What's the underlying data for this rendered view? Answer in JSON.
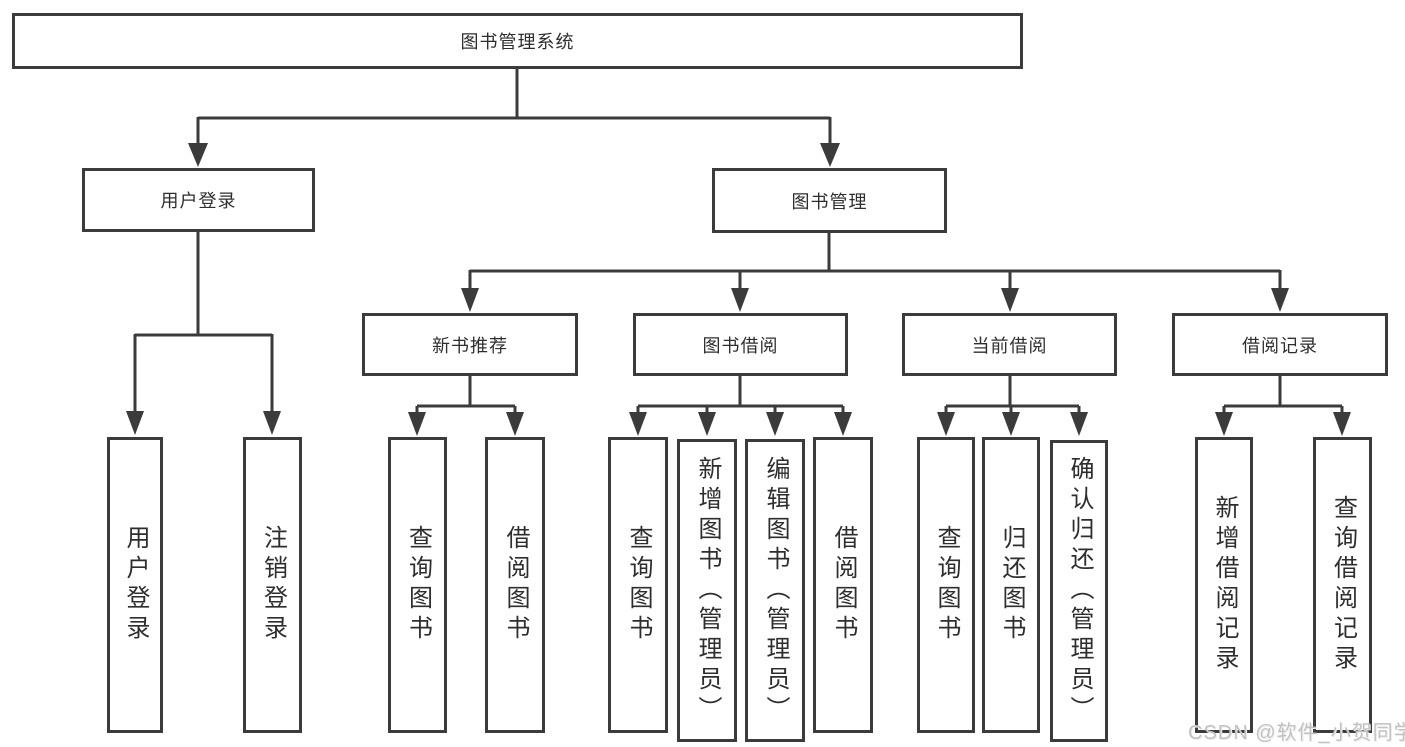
{
  "diagram": {
    "type": "hierarchy-tree",
    "tree": {
      "label": "图书管理系统",
      "children": [
        {
          "label": "用户登录",
          "children": [
            {
              "label": "用户登录"
            },
            {
              "label": "注销登录"
            }
          ]
        },
        {
          "label": "图书管理",
          "children": [
            {
              "label": "新书推荐",
              "children": [
                {
                  "label": "查询图书"
                },
                {
                  "label": "借阅图书"
                }
              ]
            },
            {
              "label": "图书借阅",
              "children": [
                {
                  "label": "查询图书"
                },
                {
                  "label": "新增图书（管理员）"
                },
                {
                  "label": "编辑图书（管理员）"
                },
                {
                  "label": "借阅图书"
                }
              ]
            },
            {
              "label": "当前借阅",
              "children": [
                {
                  "label": "查询图书"
                },
                {
                  "label": "归还图书"
                },
                {
                  "label": "确认归还（管理员）"
                }
              ]
            },
            {
              "label": "借阅记录",
              "children": [
                {
                  "label": "新增借阅记录"
                },
                {
                  "label": "查询借阅记录"
                }
              ]
            }
          ]
        }
      ]
    }
  },
  "watermark": "CSDN @软件_小贺同学",
  "colors": {
    "line": "#3b3b3b",
    "box_border": "#3b3b3b",
    "box_background": "#ffffff",
    "text": "#2e2e2e",
    "watermark_text": "#c2c2c2",
    "page_background": "#ffffff"
  }
}
